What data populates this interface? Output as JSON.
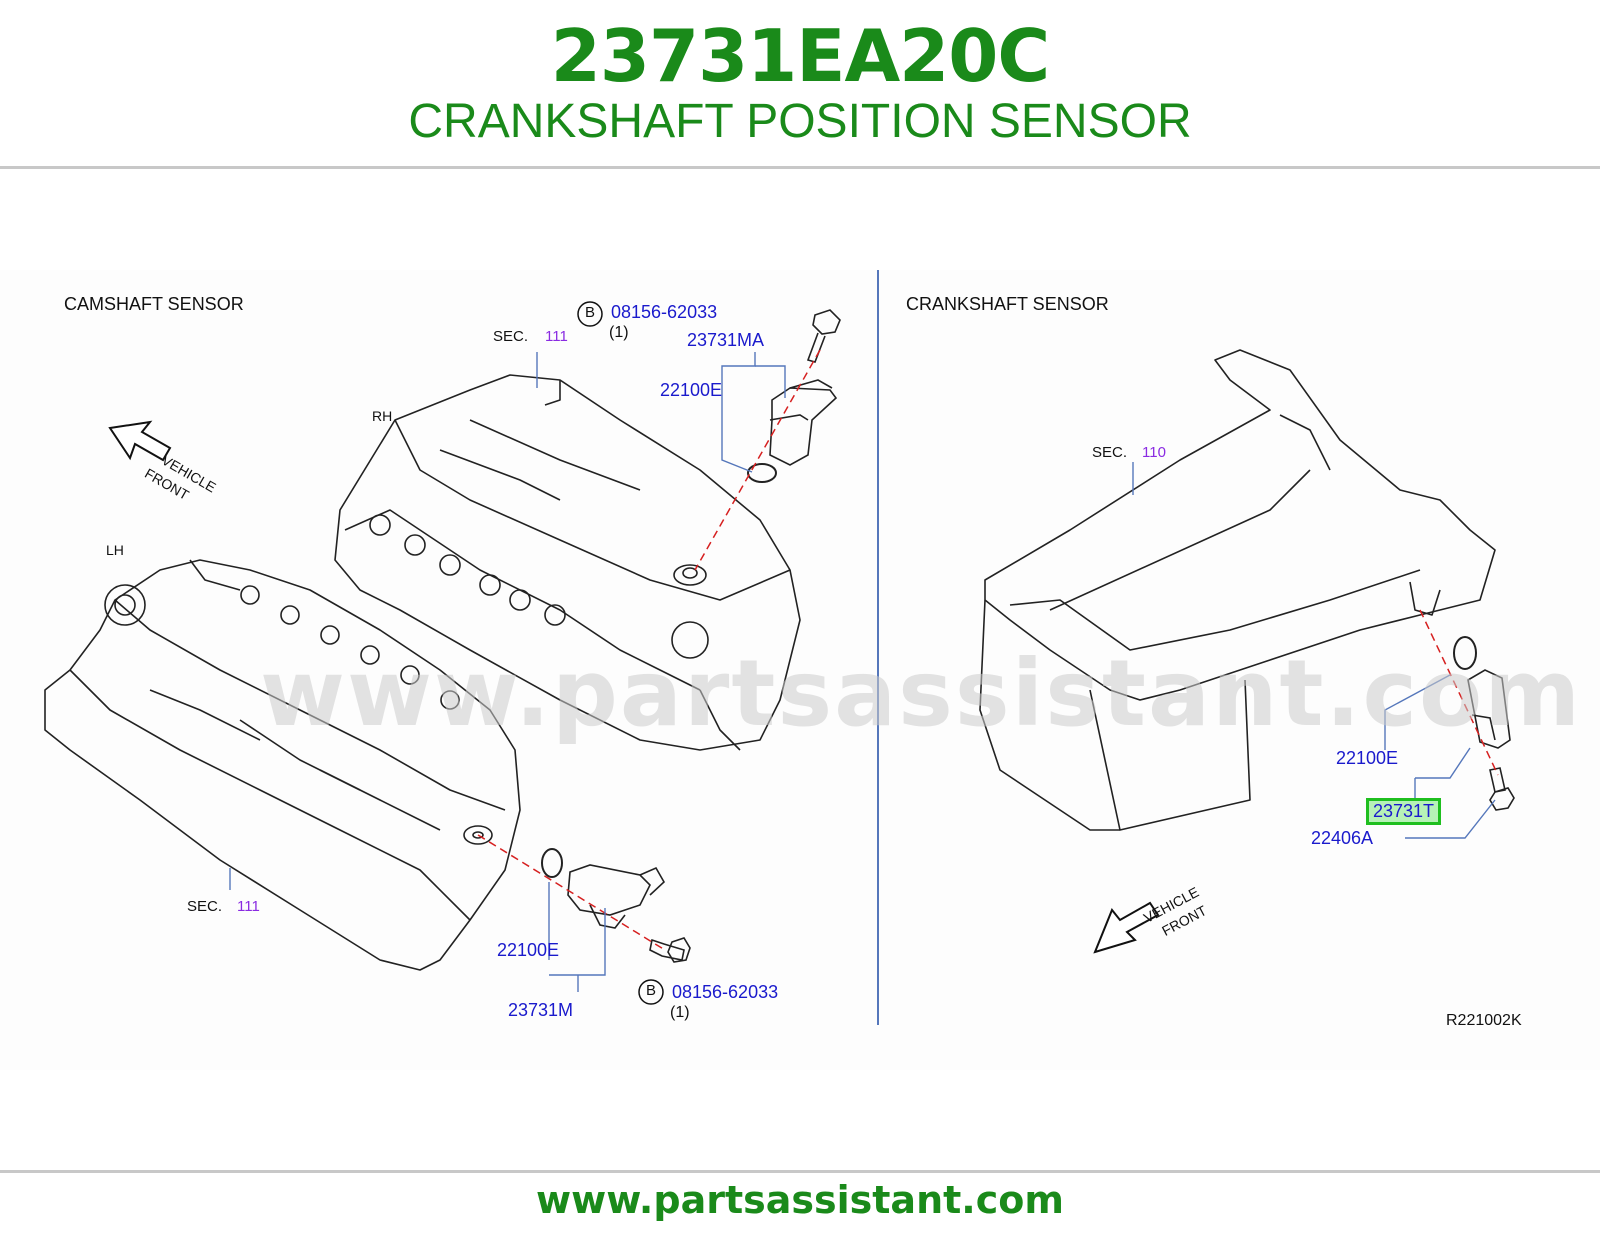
{
  "header": {
    "part_number": "23731EA20C",
    "part_name": "CRANKSHAFT POSITION SENSOR"
  },
  "footer": {
    "url": "www.partsassistant.com"
  },
  "watermark": "www.partsassistant.com",
  "diagram": {
    "left_panel": {
      "title": "CAMSHAFT   SENSOR",
      "vehicle_front": [
        "VEHICLE",
        "FRONT"
      ],
      "bank_rh": "RH",
      "bank_lh": "LH",
      "sec_top": {
        "label": "SEC.",
        "number": "111"
      },
      "sec_bottom": {
        "label": "SEC.",
        "number": "111"
      },
      "top_bolt": {
        "circle": "B",
        "part": "08156-62033",
        "qty": "(1)"
      },
      "top_sensor": "23731MA",
      "top_oring": "22100E",
      "bottom_oring": "22100E",
      "bottom_sensor": "23731M",
      "bottom_bolt": {
        "circle": "B",
        "part": "08156-62033",
        "qty": "(1)"
      }
    },
    "right_panel": {
      "title": "CRANKSHAFT   SENSOR",
      "vehicle_front": [
        "VEHICLE",
        "FRONT"
      ],
      "sec": {
        "label": "SEC.",
        "number": "110"
      },
      "oring": "22100E",
      "sensor_highlighted": "23731T",
      "bolt": "22406A",
      "ref_code": "R221002K"
    }
  },
  "colors": {
    "brand_green": "#1a8a1a",
    "part_blue": "#1a1acc",
    "section_purple": "#8a2be2",
    "highlight_fill": "#b7f2b7",
    "highlight_border": "#1fbf1f"
  }
}
